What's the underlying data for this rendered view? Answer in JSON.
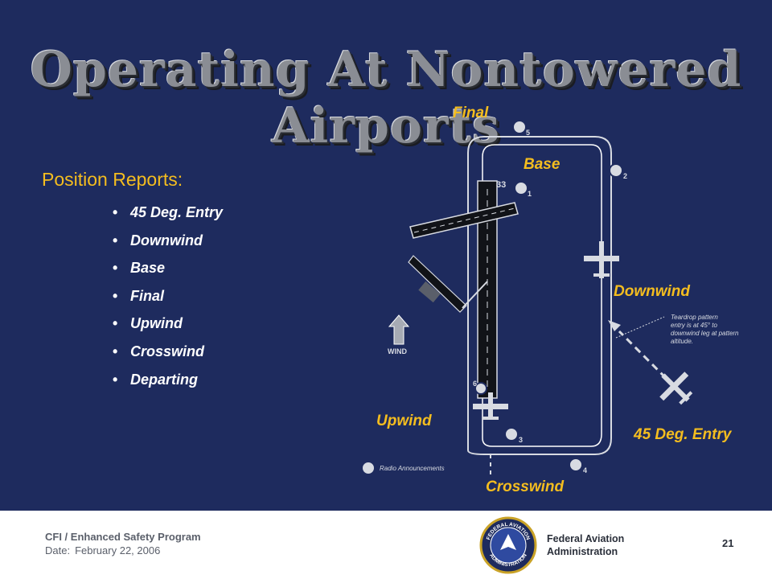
{
  "slide": {
    "title": "Operating At Nontowered Airports",
    "position_reports": {
      "heading": "Position Reports:",
      "items": [
        "45 Deg. Entry",
        "Downwind",
        "Base",
        "Final",
        "Upwind",
        "Crosswind",
        "Departing"
      ]
    },
    "diagram": {
      "labels": {
        "final": "Final",
        "base": "Base",
        "downwind": "Downwind",
        "upwind": "Upwind",
        "crosswind": "Crosswind",
        "entry": "45 Deg. Entry"
      },
      "wind_label": "WIND",
      "runway_number": "33",
      "callouts": [
        "5",
        "1",
        "2",
        "3",
        "4",
        "6"
      ],
      "radio_legend": "Radio Announcements",
      "note_lines": [
        "Teardrop pattern",
        "entry is at 45° to",
        "downwind leg at pattern",
        "altitude."
      ]
    }
  },
  "footer": {
    "program": "CFI / Enhanced Safety Program",
    "date_label": "Date:",
    "date_value": "February 22, 2006",
    "agency_line1": "Federal Aviation",
    "agency_line2": "Administration",
    "page_number": "21",
    "seal_top": "FEDERAL AVIATION",
    "seal_bottom": "ADMINISTRATION"
  },
  "colors": {
    "background": "#1e2b5e",
    "accent": "#f4bd1f",
    "text": "#ffffff"
  }
}
